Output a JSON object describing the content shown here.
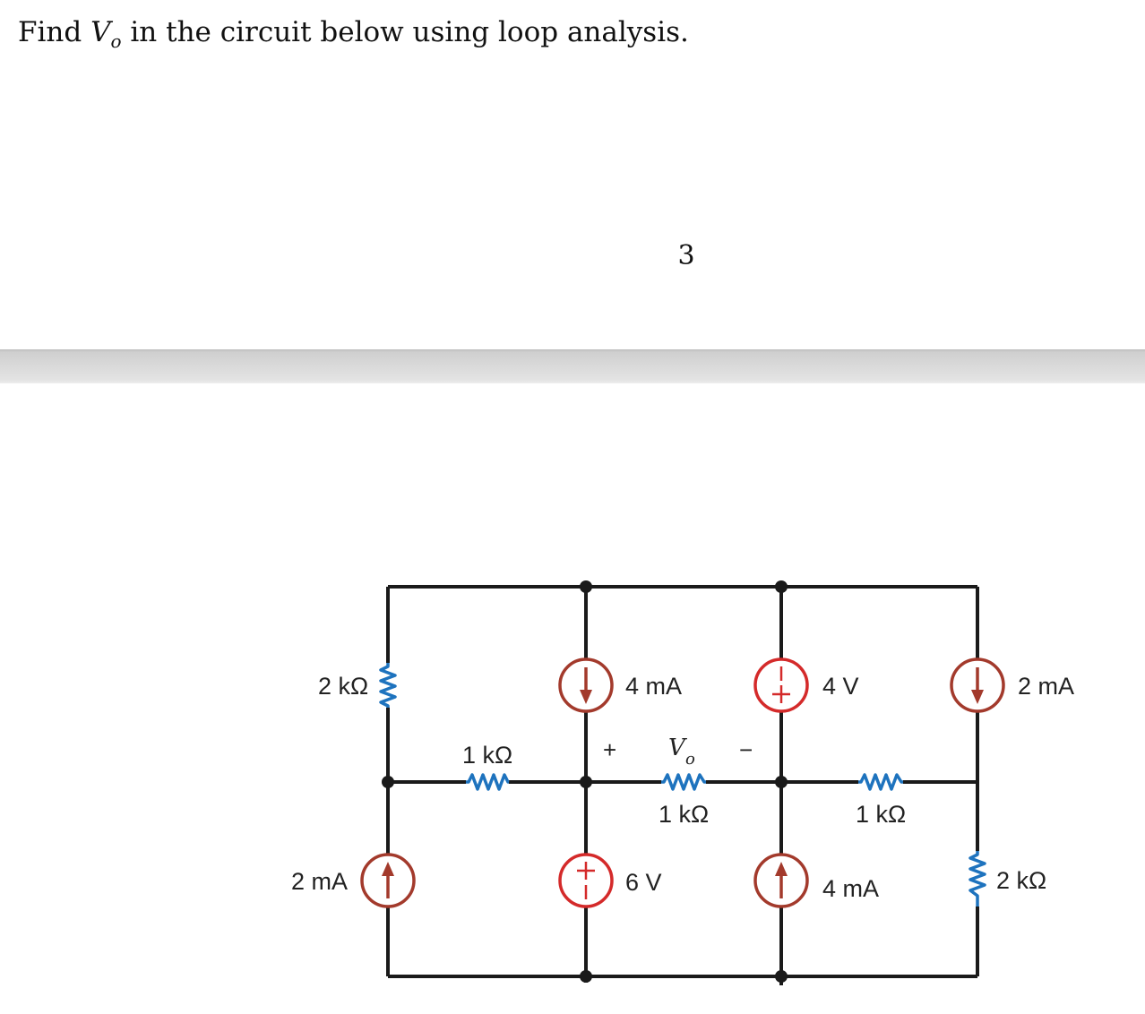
{
  "problem": {
    "prefix": "Find ",
    "var": "V",
    "sub": "o",
    "suffix": " in the circuit below using loop analysis."
  },
  "page_number": "3",
  "circuit": {
    "labels": {
      "r_left_top": "2 kΩ",
      "src_left_bottom": "2 mA",
      "r_mid_left": "1 kΩ",
      "src_top_mid": "4 mA",
      "src_bottom_mid": "6 V",
      "vo_plus": "+",
      "vo_var": "V",
      "vo_sub": "o",
      "vo_minus": "−",
      "r_center": "1 kΩ",
      "src_top_right_v": "4 V",
      "src_bottom_right_i": "4 mA",
      "r_mid_right": "1 kΩ",
      "src_far_right_top": "2 mA",
      "r_far_right_bottom": "2 kΩ"
    },
    "colors": {
      "wire": "#1a1a1a",
      "resistor": "#1e73be",
      "current_source": "#a33a2c",
      "voltage_source": "#d42a2a"
    }
  }
}
